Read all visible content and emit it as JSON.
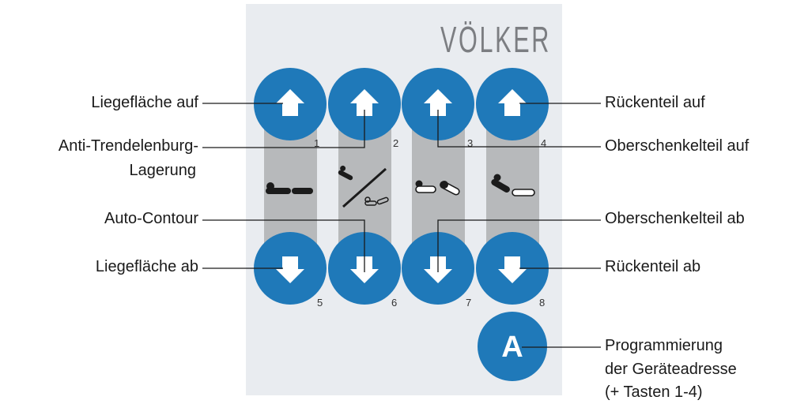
{
  "brand": "VÖLKER",
  "colors": {
    "panel": "#e9ecf0",
    "strip": "#b7b9bb",
    "button": "#1f79b9",
    "icon_dark": "#1b1b1b",
    "leader": "#1a1a1a"
  },
  "buttons": {
    "up": [
      {
        "number": "1",
        "icon": "arrow-up-icon"
      },
      {
        "number": "2",
        "icon": "arrow-up-icon"
      },
      {
        "number": "3",
        "icon": "arrow-up-icon"
      },
      {
        "number": "4",
        "icon": "arrow-up-icon"
      }
    ],
    "down": [
      {
        "number": "5",
        "icon": "arrow-down-icon"
      },
      {
        "number": "6",
        "icon": "arrow-down-icon"
      },
      {
        "number": "7",
        "icon": "arrow-down-icon"
      },
      {
        "number": "8",
        "icon": "arrow-down-icon"
      }
    ],
    "program": {
      "letter": "A"
    }
  },
  "symbols": [
    "bed-flat-icon",
    "bed-tilt-icon",
    "bed-contour-icon",
    "bed-backrest-icon"
  ],
  "labels": {
    "liegeflaeche_auf": "Liegefläche auf",
    "anti_trend_1": "Anti-Trendelenburg-",
    "anti_trend_2": "Lagerung",
    "auto_contour": "Auto-Contour",
    "liegeflaeche_ab": "Liegefläche ab",
    "rueckenteil_auf": "Rückenteil auf",
    "oberschenkel_auf": "Oberschenkelteil auf",
    "oberschenkel_ab": "Oberschenkelteil ab",
    "rueckenteil_ab": "Rückenteil ab",
    "prog_1": "Programmierung",
    "prog_2": "der Geräteadresse",
    "prog_3": "(+ Tasten 1-4)"
  }
}
